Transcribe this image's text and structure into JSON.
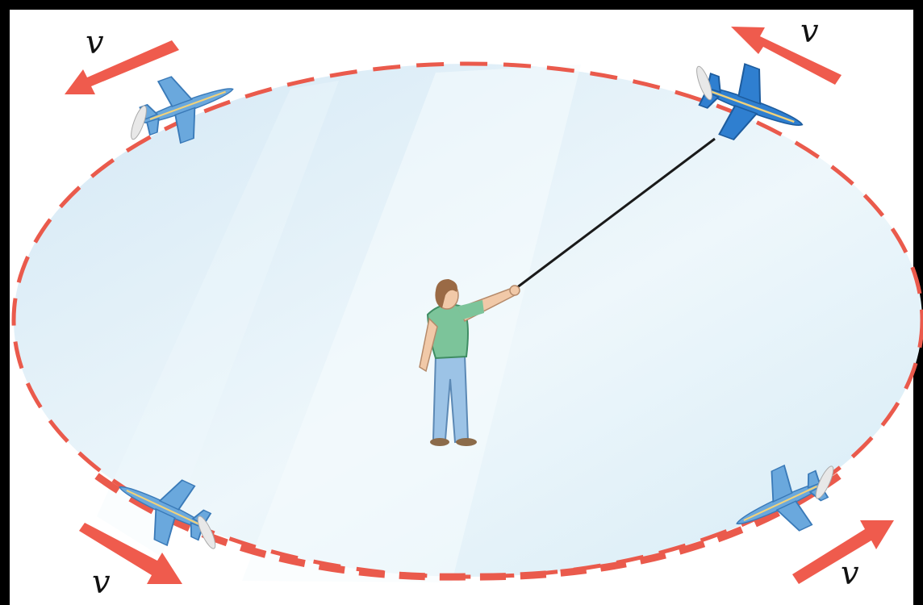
{
  "colors": {
    "background": "#000000",
    "frame": "#ffffff",
    "orbit_dash": "#ea5a4c",
    "arrow": "#ef5b4d",
    "field_light": "#eef7fb",
    "field_dark": "#cfe6f3",
    "plane_body": "#5e9fd9",
    "plane_body_dark": "#2f78c4",
    "plane_stripe": "#f1d27a",
    "string": "#1a1a1a",
    "shirt": "#7cc49a",
    "pants": "#9cc3e6",
    "hair": "#9a6a45",
    "skin": "#f1c9a8"
  },
  "labels": {
    "v_top_left": "v",
    "v_top_right": "v",
    "v_bottom_left": "v",
    "v_bottom_right": "v"
  },
  "icons": {
    "plane": "plane-icon",
    "person": "person-icon",
    "arrow": "velocity-arrow-icon"
  }
}
